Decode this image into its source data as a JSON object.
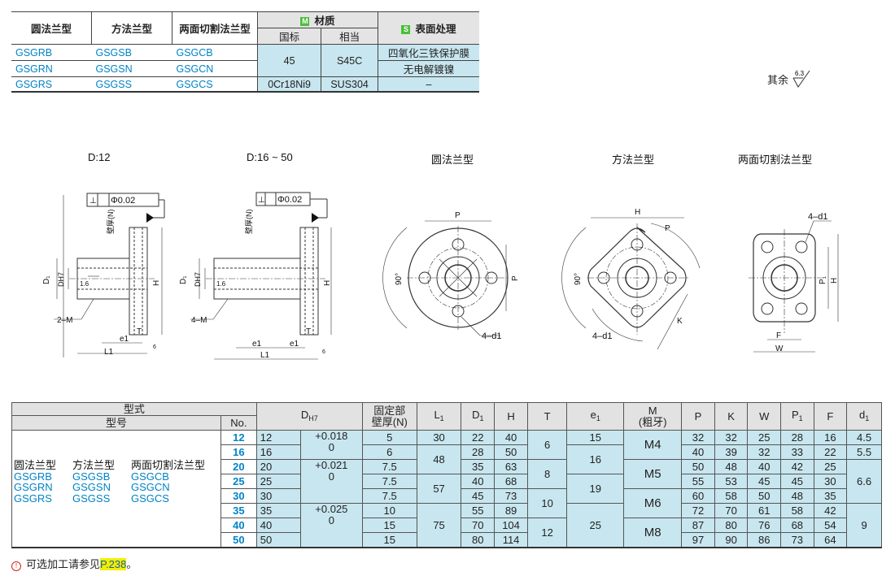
{
  "material_table": {
    "headers": [
      "圆法兰型",
      "方法兰型",
      "两面切割法兰型"
    ],
    "material_tag": "M",
    "material_label": "材质",
    "material_sub": [
      "国标",
      "相当"
    ],
    "surface_tag": "S",
    "surface_label": "表面处理",
    "rows": [
      {
        "codes": [
          "GSGRB",
          "GSGSB",
          "GSGCB"
        ],
        "surface": "四氧化三铁保护膜"
      },
      {
        "codes": [
          "GSGRN",
          "GSGSN",
          "GSGCN"
        ],
        "surface": "无电解镀镍"
      },
      {
        "codes": [
          "GSGRS",
          "GSGSS",
          "GSGCS"
        ],
        "gb": "0Cr18Ni9",
        "eq": "SUS304",
        "surface": "–"
      }
    ],
    "shared_gb": "45",
    "shared_eq": "S45C"
  },
  "surface_note": {
    "text": "其余",
    "roughness": "6.3"
  },
  "drawings": {
    "labels": [
      "D:12",
      "D:16 ~ 50",
      "圆法兰型",
      "方法兰型",
      "两面切割法兰型"
    ],
    "tolerance": "Φ0.02",
    "texts": {
      "wall": "壁厚(N)",
      "d1": "D₁",
      "dh7": "DH7",
      "h": "H",
      "rough": "1.6",
      "m2": "2–M",
      "m4": "4–M",
      "e1": "e1",
      "t": "T",
      "l1": "L1",
      "r6": "6",
      "p": "P",
      "deg90": "90°",
      "d41": "4–d1",
      "k": "K",
      "p1": "P₁",
      "f": "F",
      "w": "W"
    }
  },
  "main_table": {
    "header_type": "型式",
    "header_model": "型号",
    "header_no": "No.",
    "col_dh7": "D",
    "col_dh7_sub": "H7",
    "col_wall": [
      "固定部",
      "壁厚(N)"
    ],
    "col_l1": "L",
    "col_d1": "D",
    "col_h": "H",
    "col_t": "T",
    "col_e1": "e",
    "col_m": [
      "M",
      "(粗牙)"
    ],
    "col_p": "P",
    "col_k": "K",
    "col_w": "W",
    "col_p1": "P",
    "col_f": "F",
    "col_d1s": "d",
    "sub1": "1",
    "types": [
      "圆法兰型",
      "方法兰型",
      "两面切割法兰型"
    ],
    "codes": [
      [
        "GSGRB",
        "GSGSB",
        "GSGCB"
      ],
      [
        "GSGRN",
        "GSGSN",
        "GSGCN"
      ],
      [
        "GSGRS",
        "GSGSS",
        "GSGCS"
      ]
    ],
    "rows": [
      {
        "no": "12",
        "d": "12",
        "n": "5",
        "d1": "22",
        "h": "40",
        "p": "32",
        "k": "32",
        "w": "25",
        "p1": "28",
        "f": "16"
      },
      {
        "no": "16",
        "d": "16",
        "n": "6",
        "d1": "28",
        "h": "50",
        "p": "40",
        "k": "39",
        "w": "32",
        "p1": "33",
        "f": "22"
      },
      {
        "no": "20",
        "d": "20",
        "n": "7.5",
        "d1": "35",
        "h": "63",
        "p": "50",
        "k": "48",
        "w": "40",
        "p1": "42",
        "f": "25"
      },
      {
        "no": "25",
        "d": "25",
        "n": "7.5",
        "d1": "40",
        "h": "68",
        "p": "55",
        "k": "53",
        "w": "45",
        "p1": "45",
        "f": "30"
      },
      {
        "no": "30",
        "d": "30",
        "n": "7.5",
        "d1": "45",
        "h": "73",
        "p": "60",
        "k": "58",
        "w": "50",
        "p1": "48",
        "f": "35"
      },
      {
        "no": "35",
        "d": "35",
        "n": "10",
        "d1": "55",
        "h": "89",
        "p": "72",
        "k": "70",
        "w": "61",
        "p1": "58",
        "f": "42"
      },
      {
        "no": "40",
        "d": "40",
        "n": "15",
        "d1": "70",
        "h": "104",
        "p": "87",
        "k": "80",
        "w": "76",
        "p1": "68",
        "f": "54"
      },
      {
        "no": "50",
        "d": "50",
        "n": "15",
        "d1": "80",
        "h": "114",
        "p": "97",
        "k": "90",
        "w": "86",
        "p1": "73",
        "f": "64"
      }
    ],
    "tol": [
      {
        "upper": "+0.018",
        "lower": "0"
      },
      {
        "upper": "+0.021",
        "lower": "0"
      },
      {
        "upper": "+0.025",
        "lower": "0"
      }
    ],
    "l1": [
      "30",
      "48",
      "57",
      "75"
    ],
    "t": [
      "6",
      "8",
      "10",
      "12"
    ],
    "e1": [
      "15",
      "16",
      "19",
      "25"
    ],
    "m": [
      "M4",
      "M5",
      "M6",
      "M8"
    ],
    "d1s": [
      "4.5",
      "5.5",
      "6.6",
      "9"
    ]
  },
  "note": {
    "icon": "!",
    "text": "可选加工请参见",
    "link": "P.238",
    "tail": "。"
  }
}
